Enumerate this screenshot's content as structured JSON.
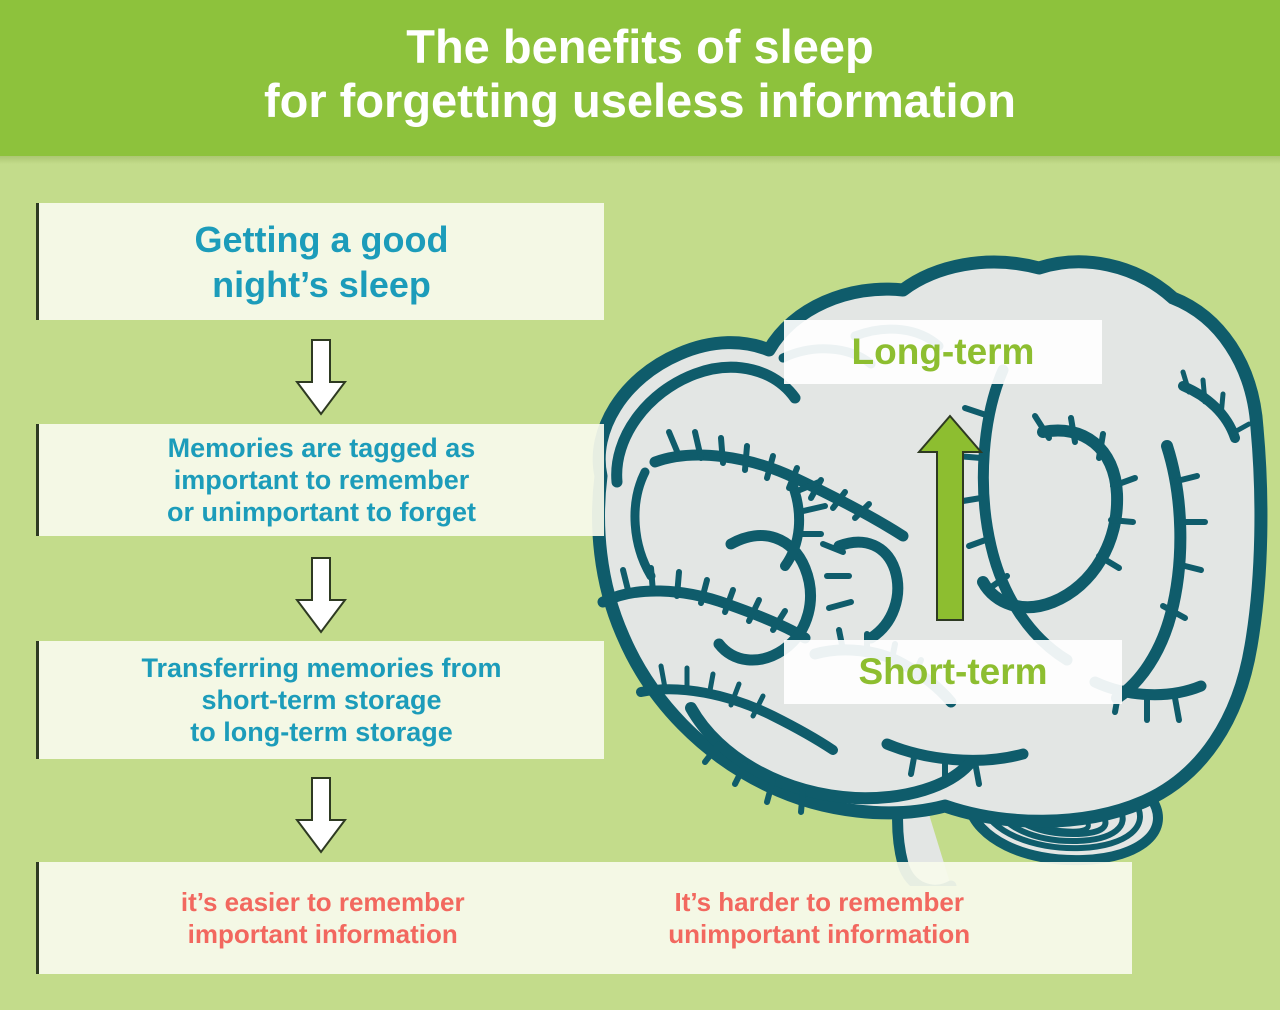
{
  "header": {
    "title_line1": "The benefits of sleep",
    "title_line2": "for forgetting useless information",
    "background_color": "#8dc23c",
    "text_color": "#ffffff"
  },
  "canvas": {
    "background_color": "#c3dc8b"
  },
  "flow": {
    "step1": {
      "line1": "Getting a good",
      "line2": "night’s sleep"
    },
    "step2": {
      "line1": "Memories are tagged as",
      "line2": "important to remember",
      "line3": "or unimportant to forget"
    },
    "step3": {
      "line1": "Transferring memories from",
      "line2": "short-term storage",
      "line3": "to long-term storage"
    },
    "outcomes": {
      "left": {
        "line1": "it’s easier to remember",
        "line2": "important information"
      },
      "right": {
        "line1": "It’s harder to remember",
        "line2": "unimportant information"
      }
    },
    "text_color_teal": "#1c9cba",
    "text_color_coral": "#f2685f",
    "box_fill": "#f7faec"
  },
  "brain": {
    "label_long_term": "Long-term",
    "label_short_term": "Short-term",
    "label_text_color": "#8dbe30",
    "outline_color": "#0f5c6b",
    "fill_color": "#e3e6e4",
    "up_arrow_color": "#8dbe30"
  },
  "icons": {
    "down_arrow": "down-arrow-icon",
    "up_arrow": "up-arrow-icon",
    "brain": "brain-illustration-icon"
  }
}
